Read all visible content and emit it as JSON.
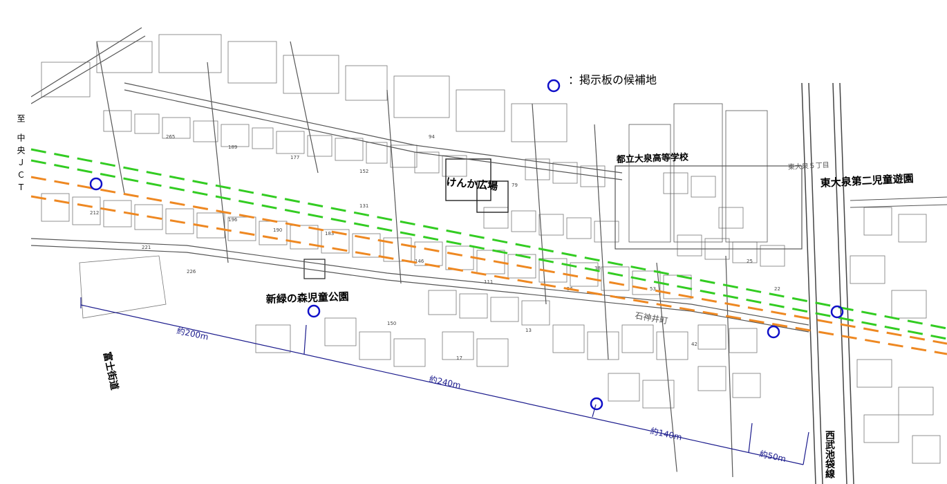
{
  "legend": {
    "marker_meaning": "：掲示板の候補地",
    "marker_color": "#1010c8"
  },
  "places": {
    "kenka_hiroba": "けんか広場",
    "shinryoku": "新緑の森児童公園",
    "school": "都立大泉高等学校",
    "playground": "東大泉第二児童遊園",
    "ishigami": "石神井町",
    "higashioizumi5": "東大泉５丁目"
  },
  "roads": {
    "fuji_kaido": "富士街道",
    "seibu_line": "西武池袋線"
  },
  "direction_left": "至 中央ＪＣＴ",
  "distances": [
    "約200m",
    "約240m",
    "約140m",
    "約50m"
  ],
  "colors": {
    "green_line": "#33cc22",
    "orange_line": "#ee8822",
    "dim_line": "#1a1a8c"
  }
}
